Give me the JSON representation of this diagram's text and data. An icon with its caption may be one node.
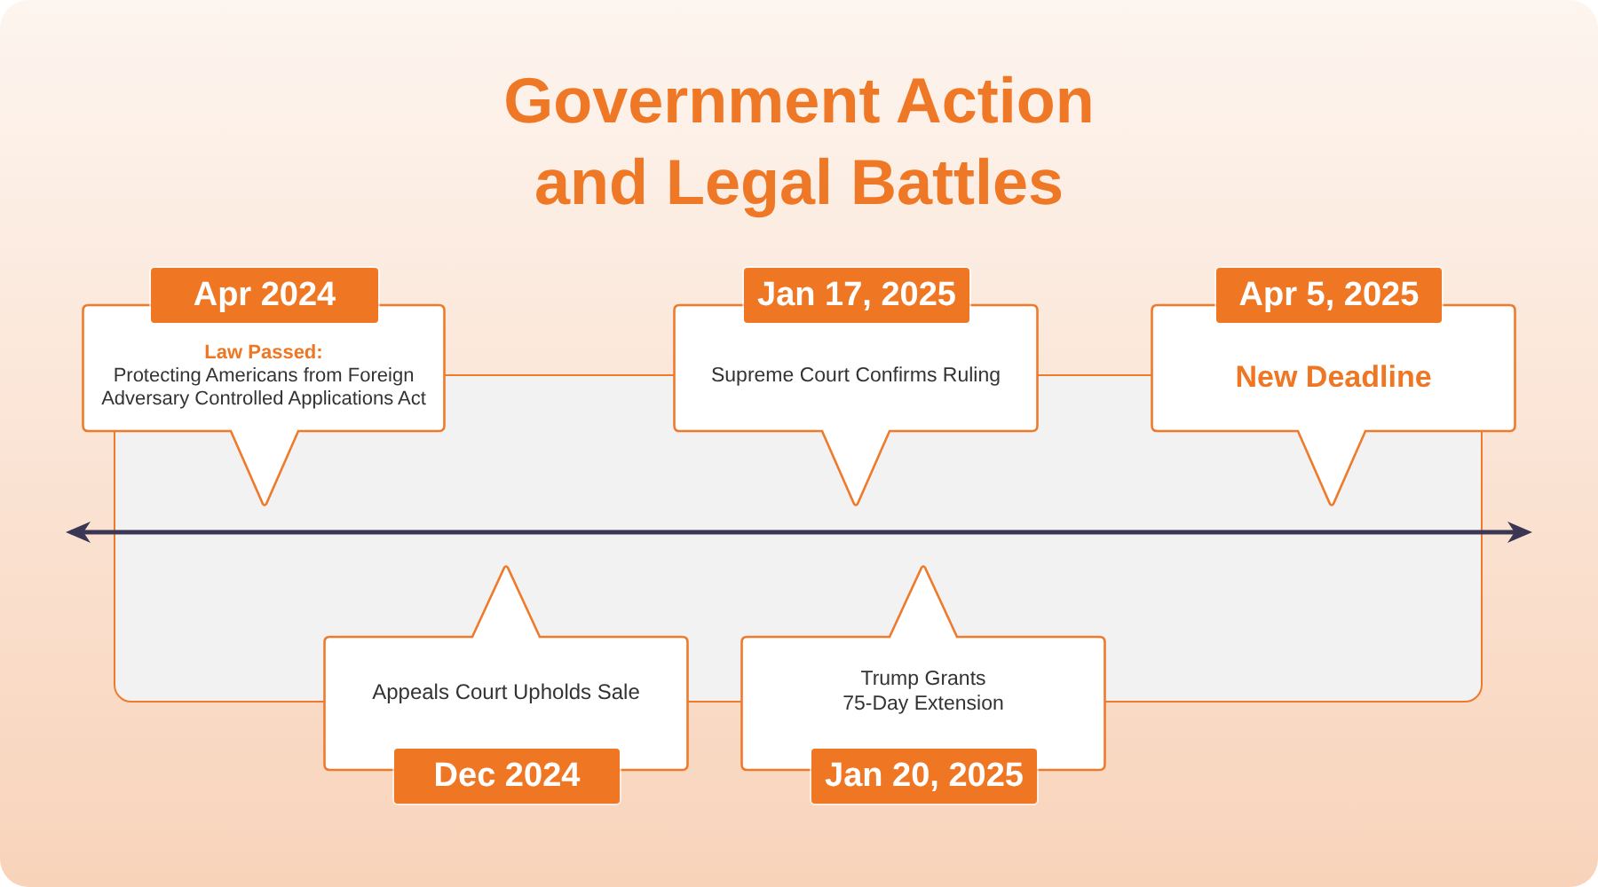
{
  "diagram": {
    "title": "Government Action and Legal Battles",
    "nodes": [
      {
        "text": [
          "Apr 2024",
          "Law Passed:",
          "Protecting Americans from Foreign Adversary Controlled Applications Act"
        ]
      },
      {
        "text": [
          "Appeals Court Upholds Sale",
          "Dec 2024"
        ]
      },
      {
        "text": [
          "Jan 17, 2025",
          "Supreme Court Confirms Ruling"
        ]
      },
      {
        "text": [
          "Trump Grants 75-Day Extension",
          "Jan 20, 2025"
        ]
      },
      {
        "text": [
          "Apr 5, 2025",
          "New Deadline"
        ]
      }
    ]
  }
}
